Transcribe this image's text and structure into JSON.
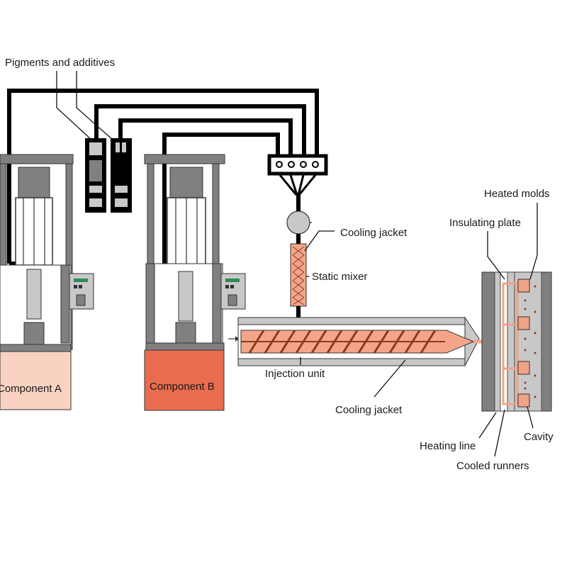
{
  "labels": {
    "pigments": "Pigments and additives",
    "component_a": "Component A",
    "component_b": "Component B",
    "cooling_jacket_top": "Cooling jacket",
    "static_mixer": "Static mixer",
    "injection_unit": "Injection unit",
    "cooling_jacket_bottom": "Cooling jacket",
    "heated_molds": "Heated molds",
    "insulating_plate": "Insulating plate",
    "heating_line": "Heating line",
    "cavity": "Cavity",
    "cooled_runners": "Cooled runners"
  },
  "colors": {
    "component_a": "#f9d2c2",
    "component_b": "#ea6c4e",
    "melt": "#f4a589",
    "frame_gray": "#808080",
    "light_gray": "#c8c8c8",
    "cavity_fill": "#f0a384"
  }
}
